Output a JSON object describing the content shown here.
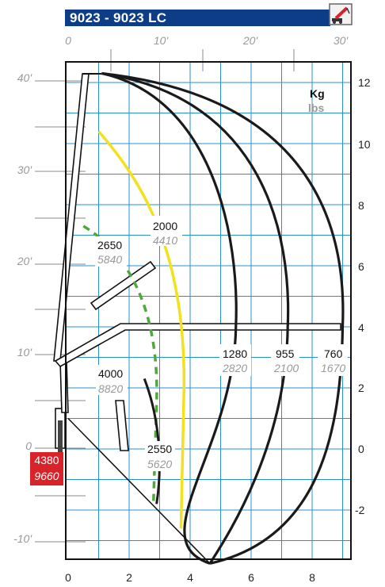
{
  "header": {
    "title": "9023 - 9023 LC",
    "icon": "crane-truck-icon",
    "bar_color": "#0d3d86"
  },
  "units": {
    "primary": "Kg",
    "secondary": "lbs"
  },
  "chart_data": {
    "type": "load-chart",
    "x_bottom": {
      "unit": "m",
      "range": [
        0,
        9
      ],
      "ticks": [
        "0",
        "2",
        "4",
        "6",
        "8"
      ]
    },
    "y_right": {
      "unit": "m",
      "range": [
        -3,
        12.5
      ],
      "ticks": [
        "12",
        "10",
        "8",
        "6",
        "4",
        "2",
        "0",
        "-2"
      ]
    },
    "x_top_feet": {
      "ticks": [
        "0",
        "10'",
        "20'",
        "30'"
      ]
    },
    "y_left_feet": {
      "ticks": [
        "40'",
        "30'",
        "20'",
        "10'",
        "0",
        "-10'"
      ]
    },
    "grid": true,
    "colors": {
      "primary_curve": "#1a1a1a",
      "yellow_curve": "#f2e11d",
      "green_curve": "#4fa83e",
      "grid": "#2a8fd0",
      "base_label": "#d8232a"
    },
    "loads": [
      {
        "kg": "4380",
        "lbs": "9660",
        "position": "base"
      },
      {
        "kg": "4000",
        "lbs": "8820",
        "curve": "black-inner"
      },
      {
        "kg": "2650",
        "lbs": "5840",
        "curve": "green"
      },
      {
        "kg": "2550",
        "lbs": "5620",
        "curve": "green-lower"
      },
      {
        "kg": "2000",
        "lbs": "4410",
        "curve": "yellow"
      },
      {
        "kg": "1280",
        "lbs": "2820",
        "curve": "black"
      },
      {
        "kg": "955",
        "lbs": "2100",
        "curve": "black"
      },
      {
        "kg": "760",
        "lbs": "1670",
        "curve": "black"
      }
    ],
    "outreach_limits_m": [
      5.5,
      7.2,
      9.0
    ]
  }
}
